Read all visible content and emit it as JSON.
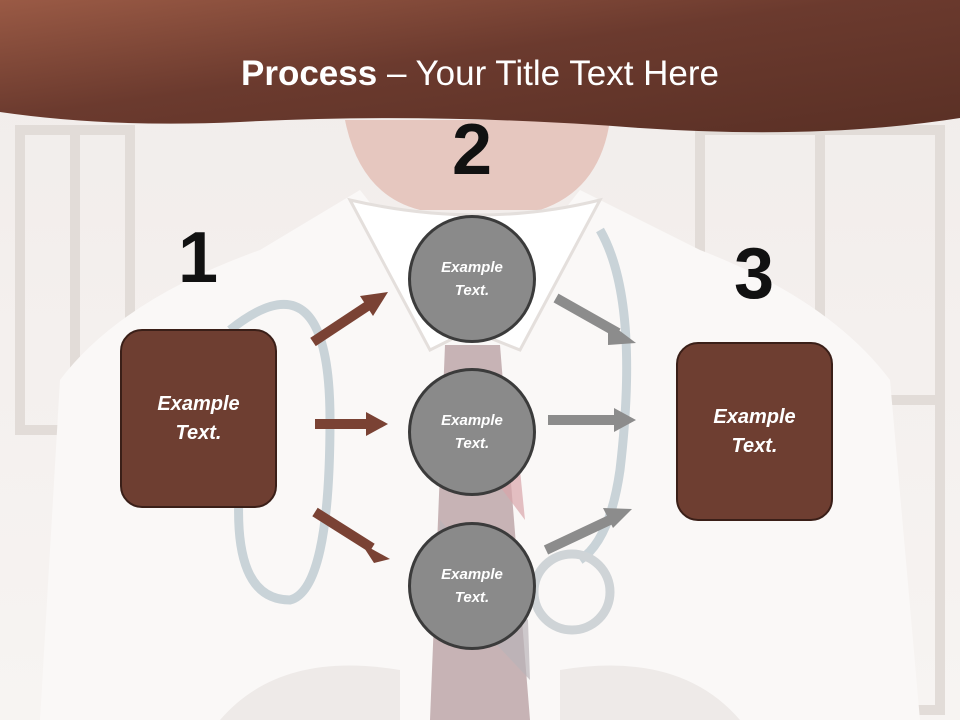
{
  "title": {
    "bold": "Process",
    "rest": " – Your Title Text Here"
  },
  "steps": [
    {
      "number": "1",
      "text": "Example Text."
    },
    {
      "number": "2",
      "items": [
        "Example Text.",
        "Example Text.",
        "Example Text."
      ]
    },
    {
      "number": "3",
      "text": "Example Text."
    }
  ],
  "colors": {
    "header": "#6b3a2e",
    "box_fill": "#6e3e31",
    "circle_fill": "#8a8a8a",
    "arrow_brown": "#7a4234",
    "arrow_gray": "#8c8c8c",
    "number": "#111111"
  }
}
